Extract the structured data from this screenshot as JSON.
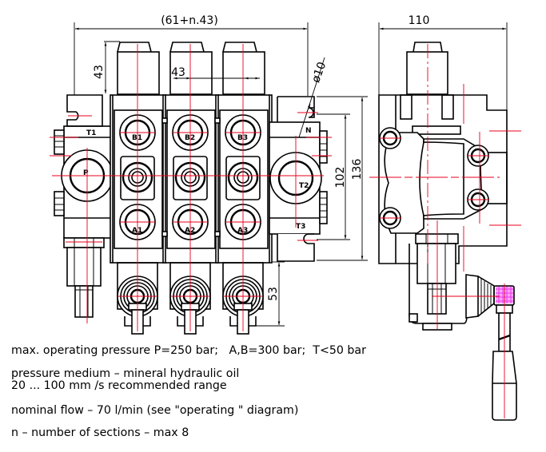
{
  "title": "Hydraulic monoblock directional control valve - dimensional drawing",
  "dimensions": {
    "overall_width": "(61+n.43)",
    "section_pitch": "43",
    "actuator_height": "43",
    "hole_diameter": "ø10",
    "side_width": "110",
    "mount_height": "136",
    "hole_spacing": "102",
    "lever_length": "53"
  },
  "ports": {
    "inlet": "P",
    "tank_1": "T1",
    "tank_2": "T2",
    "tank_3": "T3",
    "neutral": "N",
    "sections": [
      {
        "b": "B1",
        "a": "A1"
      },
      {
        "b": "B2",
        "a": "A2"
      },
      {
        "b": "B3",
        "a": "A3"
      }
    ]
  },
  "specs": [
    "max. operating pressure P=250 bar;   A,B=300 bar;  T<50 bar",
    "pressure medium – mineral hydraulic oil",
    "20 ... 100 mm /s recommended range",
    "nominal flow – 70 l/min (see \"operating \" diagram)",
    "n – number of sections – max 8"
  ],
  "colors": {
    "outline": "#000000",
    "centerline": "#e8001c",
    "highlight": "#ee44ee"
  }
}
